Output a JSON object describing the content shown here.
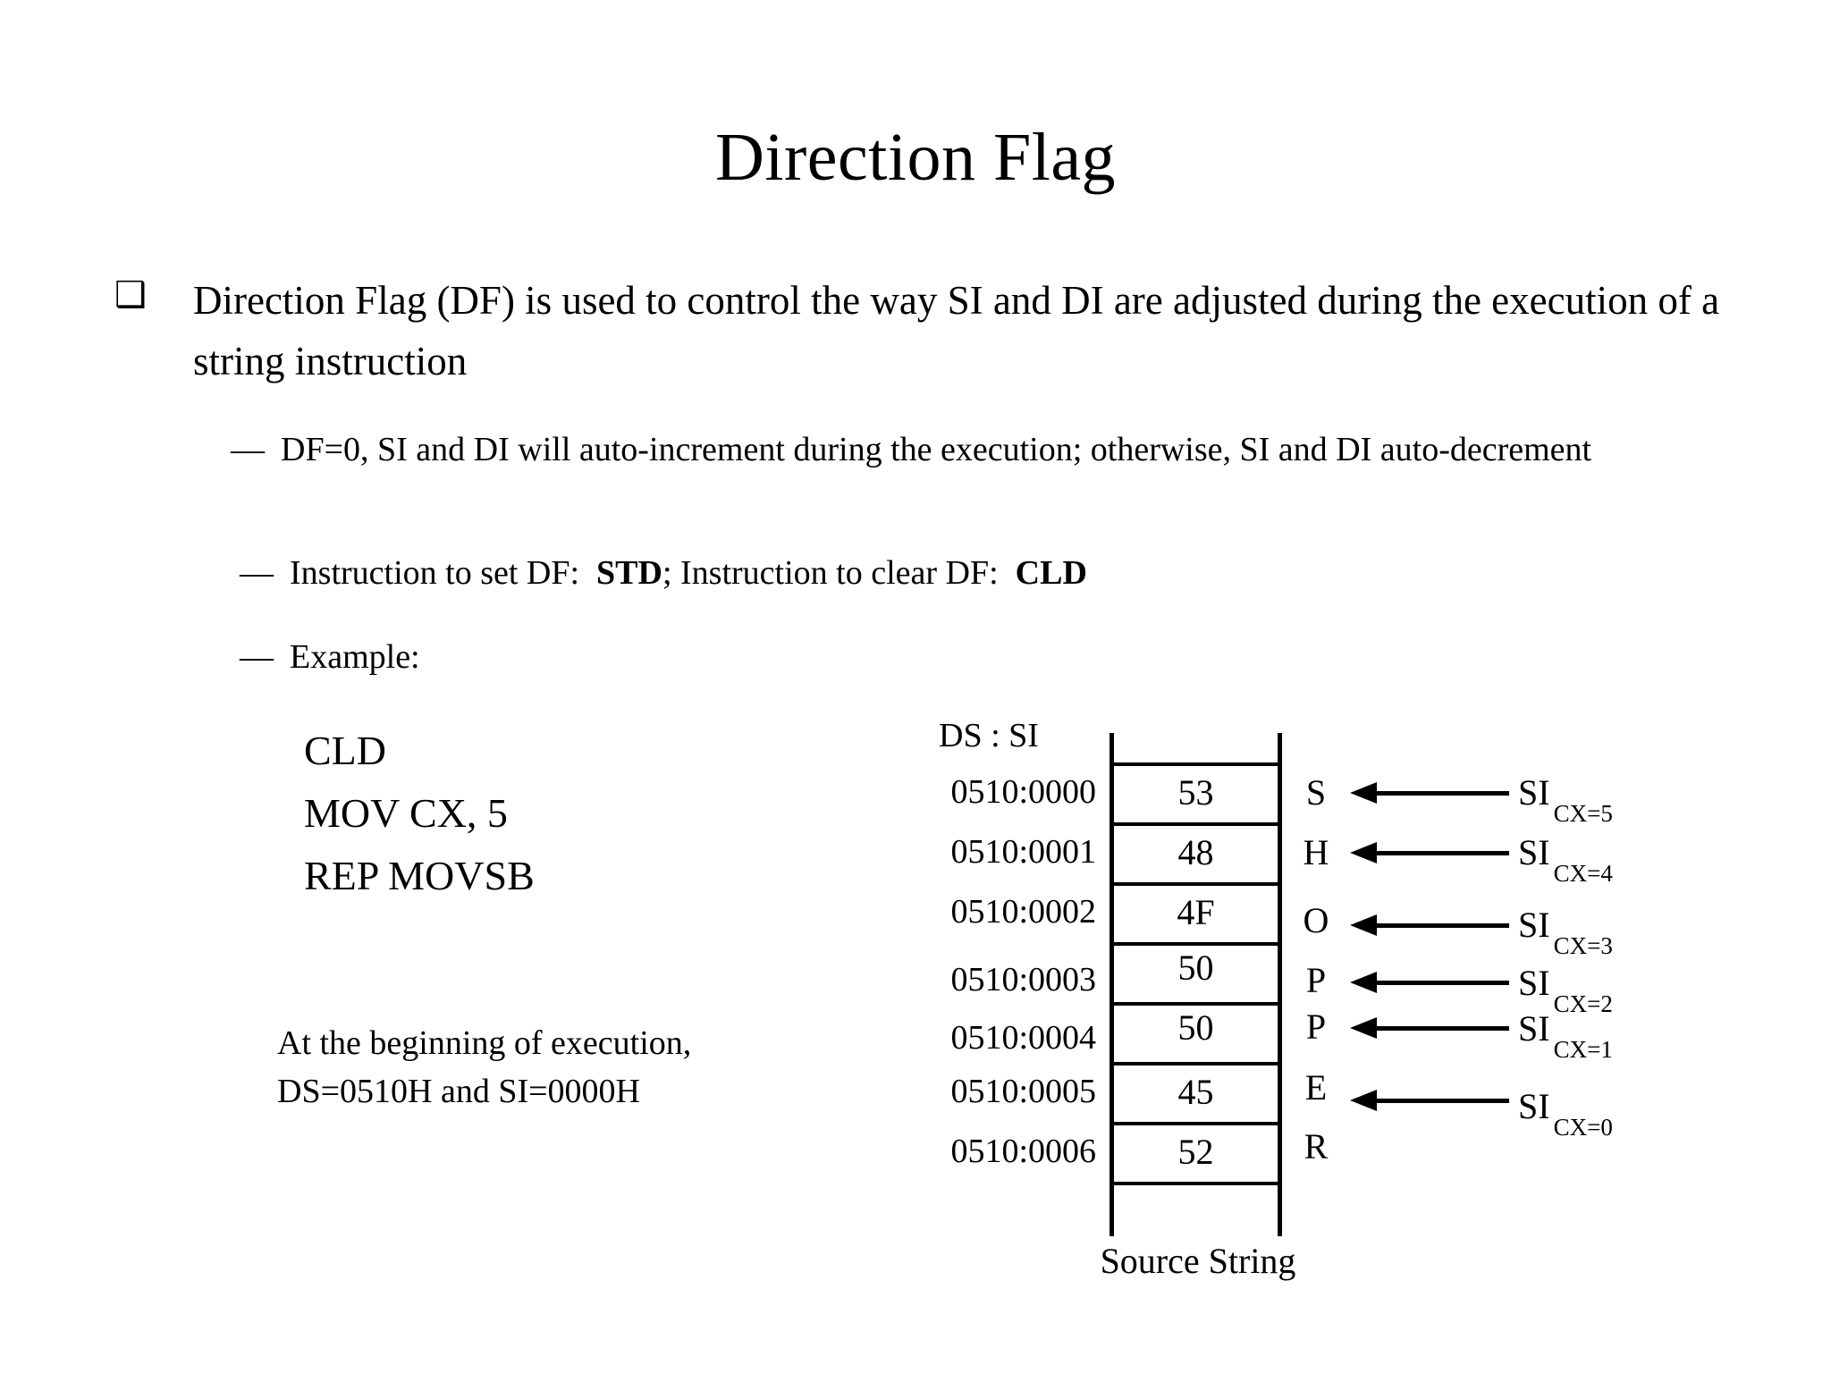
{
  "slide": {
    "title": "Direction Flag",
    "bullet": {
      "marker": "hollow-square-bullet",
      "marker_glyph": "❑",
      "text": "Direction Flag (DF) is used to control the way SI and DI are adjusted during the execution of a string instruction"
    },
    "sub_bullets": [
      {
        "dash": "—",
        "text": "DF=0, SI and DI will auto-increment during the execution; otherwise, SI and DI auto-decrement"
      },
      {
        "dash": "—",
        "text_part_1": "Instruction to set DF:",
        "keyword_1": "STD",
        "text_part_2": ";  Instruction to clear DF:",
        "keyword_2": "CLD"
      },
      {
        "dash": "—",
        "text": "Example:"
      }
    ],
    "code_lines": [
      "CLD",
      "MOV CX, 5",
      "REP MOVSB"
    ],
    "note_lines": [
      "At the beginning of execution,",
      "DS=0510H and SI=0000H"
    ],
    "memory": {
      "header": "DS  :  SI",
      "caption": "Source String",
      "rows": [
        {
          "address": "0510:0000",
          "value": "53",
          "char": "S",
          "si_label": "SI",
          "si_sub": "CX=5",
          "has_arrow": true
        },
        {
          "address": "0510:0001",
          "value": "48",
          "char": "H",
          "si_label": "SI",
          "si_sub": "CX=4",
          "has_arrow": true
        },
        {
          "address": "0510:0002",
          "value": "4F",
          "char": "O",
          "si_label": "SI",
          "si_sub": "CX=3",
          "has_arrow": true
        },
        {
          "address": "0510:0003",
          "value": "50",
          "char": "P",
          "si_label": "SI",
          "si_sub": "CX=2",
          "has_arrow": true
        },
        {
          "address": "0510:0004",
          "value": "50",
          "char": "P",
          "si_label": "SI",
          "si_sub": "CX=1",
          "has_arrow": true
        },
        {
          "address": "0510:0005",
          "value": "45",
          "char": "E",
          "si_label": "SI",
          "si_sub": "CX=0",
          "has_arrow": true
        },
        {
          "address": "0510:0006",
          "value": "52",
          "char": "R",
          "si_label": "",
          "si_sub": "",
          "has_arrow": false
        }
      ]
    },
    "colors": {
      "background": "#ffffff",
      "text": "#000000",
      "rule": "#000000"
    }
  }
}
